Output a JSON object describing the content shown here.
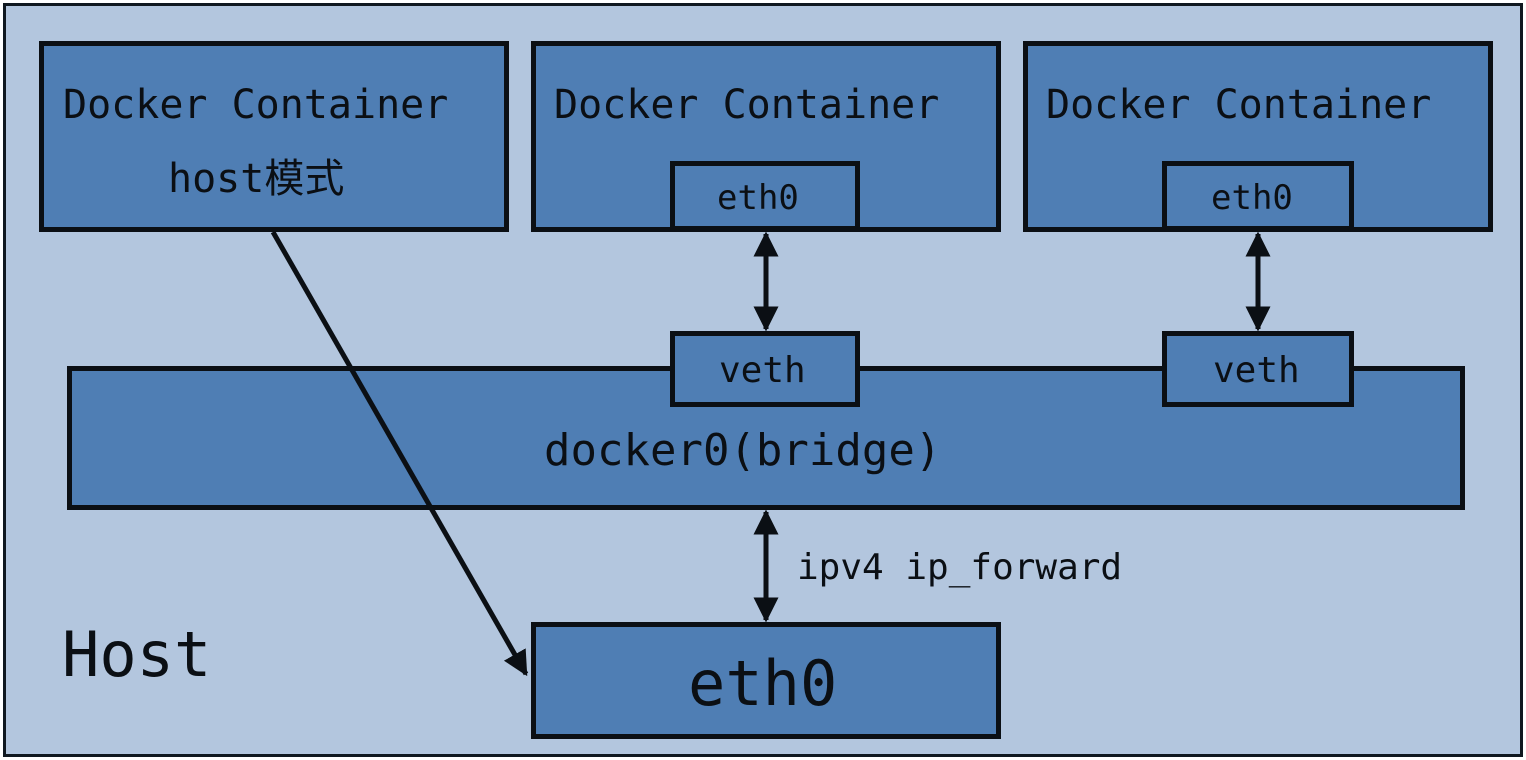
{
  "host": {
    "label": "Host",
    "interface": "eth0"
  },
  "containers": [
    {
      "title": "Docker Container",
      "subtitle": "host模式"
    },
    {
      "title": "Docker Container",
      "interface": "eth0",
      "veth": "veth"
    },
    {
      "title": "Docker Container",
      "interface": "eth0",
      "veth": "veth"
    }
  ],
  "bridge": {
    "label": "docker0(bridge)"
  },
  "forward_label": "ipv4 ip_forward",
  "colors": {
    "background": "#b3c6de",
    "box_fill": "#4f7eb4",
    "stroke": "#0b0f14"
  }
}
